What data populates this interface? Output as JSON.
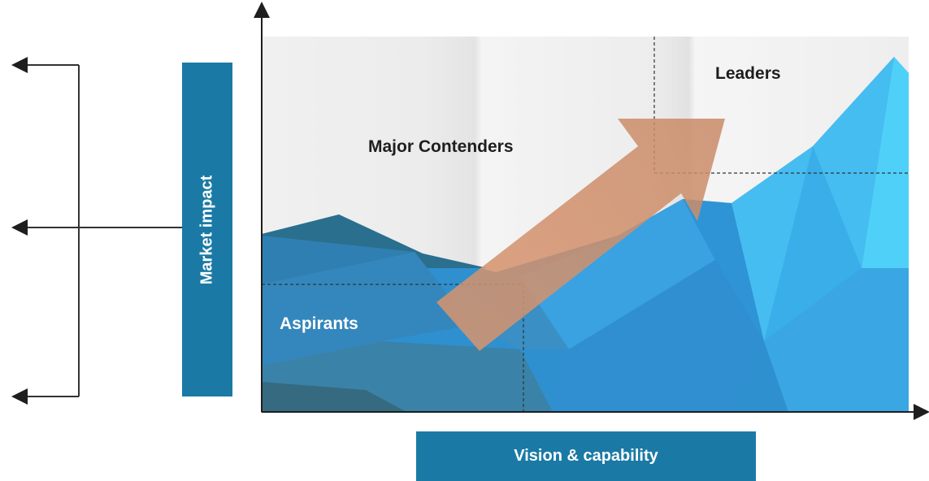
{
  "axes": {
    "y_label": "Market impact",
    "x_label": "Vision & capability"
  },
  "quadrants": {
    "leaders": "Leaders",
    "major_contenders": "Major Contenders",
    "aspirants": "Aspirants"
  },
  "colors": {
    "axis_box": "#1a7aa5",
    "arrow": "#e0a080",
    "mountain_blue": "#3aa8e0"
  }
}
